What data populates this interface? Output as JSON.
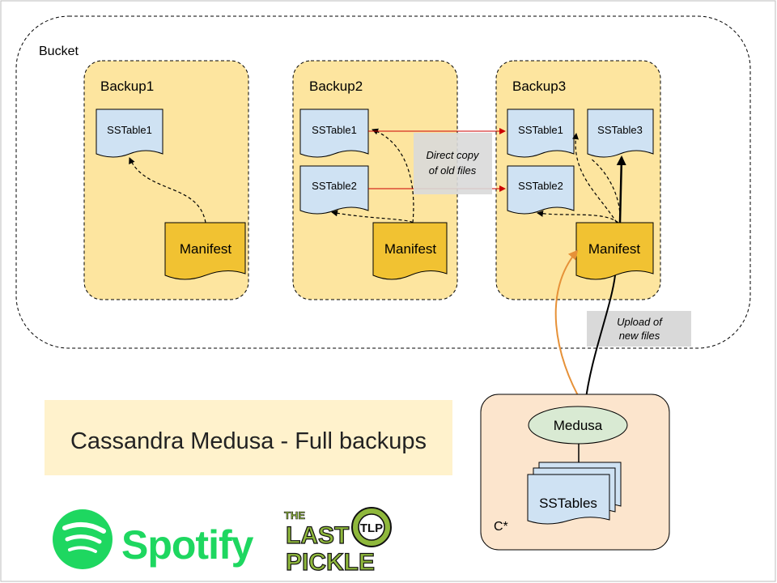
{
  "bucket": {
    "label": "Bucket"
  },
  "backups": [
    {
      "label": "Backup1",
      "sstables": [
        "SSTable1"
      ],
      "manifest": "Manifest"
    },
    {
      "label": "Backup2",
      "sstables": [
        "SSTable1",
        "SSTable2"
      ],
      "manifest": "Manifest"
    },
    {
      "label": "Backup3",
      "sstables": [
        "SSTable1",
        "SSTable2",
        "SSTable3"
      ],
      "manifest": "Manifest"
    }
  ],
  "notes": {
    "direct_copy": [
      "Direct copy",
      "of old files"
    ],
    "upload": [
      "Upload of",
      "new files"
    ]
  },
  "node": {
    "medusa": "Medusa",
    "sstables": "SSTables",
    "label": "C*"
  },
  "title": "Cassandra Medusa - Full backups",
  "logos": {
    "spotify": "Spotify",
    "last_pickle": [
      "THE",
      "LAST",
      "PICKLE"
    ],
    "last_pickle_badge": "TLP"
  },
  "colors": {
    "backup_fill": "#fde59f",
    "doc_fill": "#cfe2f3",
    "manifest_fill": "#f1c232",
    "node_fill": "#fce5cd",
    "medusa_fill": "#d9ead3",
    "title_fill": "#fff2cc",
    "note_fill": "#d9d9d9",
    "copy_arrow": "#e06666",
    "orange_arrow": "#e69138",
    "spotify_green": "#1ed760",
    "pickle_green": "#8fb83c"
  }
}
